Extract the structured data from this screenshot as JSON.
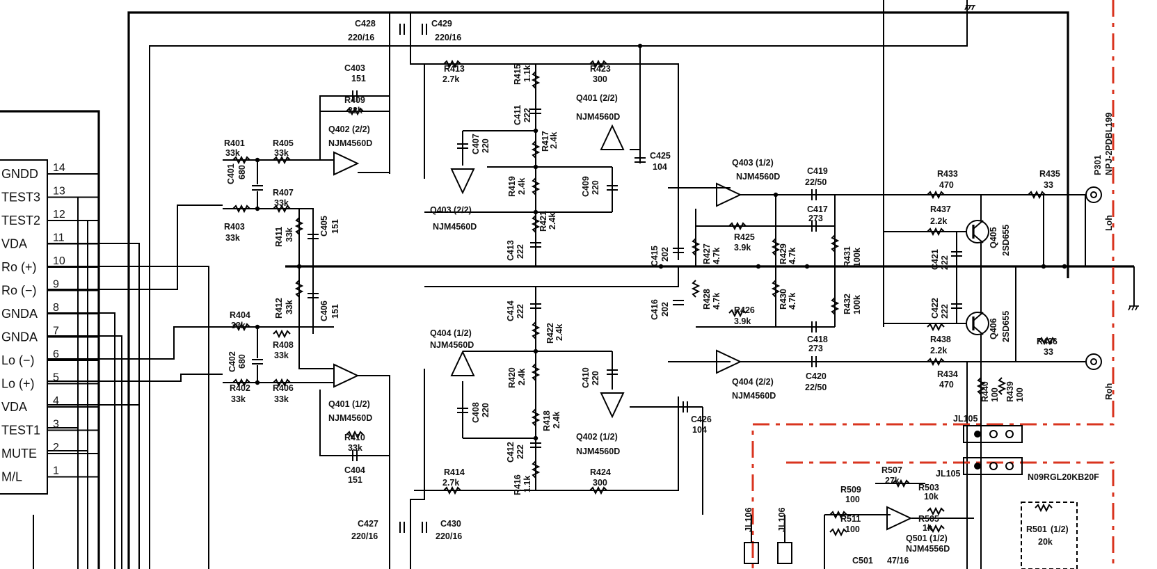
{
  "connector": {
    "pins": [
      {
        "num": "14",
        "name": "GNDD"
      },
      {
        "num": "13",
        "name": "TEST3"
      },
      {
        "num": "12",
        "name": "TEST2"
      },
      {
        "num": "11",
        "name": "VDA"
      },
      {
        "num": "10",
        "name": "Ro (+)"
      },
      {
        "num": "9",
        "name": "Ro (−)"
      },
      {
        "num": "8",
        "name": "GNDA"
      },
      {
        "num": "7",
        "name": "GNDA"
      },
      {
        "num": "6",
        "name": "Lo (−)"
      },
      {
        "num": "5",
        "name": "Lo (+)"
      },
      {
        "num": "4",
        "name": "VDA"
      },
      {
        "num": "3",
        "name": "TEST1"
      },
      {
        "num": "2",
        "name": "MUTE"
      },
      {
        "num": "1",
        "name": "M/L"
      }
    ]
  },
  "labels": {
    "c428": "C428",
    "c428v": "220/16",
    "c429": "C429",
    "c429v": "220/16",
    "c403": "C403",
    "c403v": "151",
    "r409": "R409",
    "r409v": "33k",
    "q402b": "Q402 (2/2)",
    "ic402b": "NJM4560D",
    "r401": "R401",
    "r401v": "33k",
    "r405": "R405",
    "r405v": "33k",
    "c401": "C401",
    "c401v": "680",
    "r407": "R407",
    "r407v": "33k",
    "r403": "R403",
    "r403v": "33k",
    "r411": "R411",
    "r411v": "33k",
    "c405": "C405",
    "c405v": "151",
    "r413": "R413",
    "r413v": "2.7k",
    "r415": "R415",
    "r415v": "1.1k",
    "r423": "R423",
    "r423v": "300",
    "q401b": "Q401 (2/2)",
    "ic401b": "NJM4560D",
    "c411": "C411",
    "c411v": "222",
    "c407": "C407",
    "c407v": "220",
    "r417": "R417",
    "r417v": "2.4k",
    "c425": "C425",
    "c425v": "104",
    "r419": "R419",
    "r419v": "2.4k",
    "c409": "C409",
    "c409v": "220",
    "q403b": "Q403 (2/2)",
    "ic403b": "NJM4560D",
    "r421": "R421",
    "r421v": "2.4k",
    "c413": "C413",
    "c413v": "222",
    "q403a": "Q403 (1/2)",
    "ic403a": "NJM4560D",
    "c419": "C419",
    "c419v": "22/50",
    "c417": "C417",
    "c417v": "273",
    "r433": "R433",
    "r433v": "470",
    "r435": "R435",
    "r435v": "33",
    "p301": "P301",
    "p301p": "NPJ-2PDBL199",
    "r437": "R437",
    "r437v": "2.2k",
    "q405": "Q405",
    "q405t": "2SD655",
    "loh": "Loh",
    "c415": "C415",
    "c415v": "202",
    "r427": "R427",
    "r427v": "4.7k",
    "r425": "R425",
    "r425v": "3.9k",
    "r429": "R429",
    "r429v": "4.7k",
    "r431": "R431",
    "r431v": "100k",
    "c421": "C421",
    "c421v": "222",
    "c416": "C416",
    "c416v": "202",
    "r428": "R428",
    "r428v": "4.7k",
    "r426": "R426",
    "r426v": "3.9k",
    "r430": "R430",
    "r430v": "4.7k",
    "r432": "R432",
    "r432v": "100k",
    "c422": "C422",
    "c422v": "222",
    "q406": "Q406",
    "q406t": "2SD655",
    "r404": "R404",
    "r404v": "33k",
    "r412": "R412",
    "r412v": "33k",
    "c406": "C406",
    "c406v": "151",
    "c414": "C414",
    "c414v": "222",
    "q404a": "Q404 (1/2)",
    "ic404a": "NJM4560D",
    "r422": "R422",
    "r422v": "2.4k",
    "c418": "C418",
    "c418v": "273",
    "r438": "R438",
    "r438v": "2.2k",
    "r436": "R436",
    "r436v": "33",
    "c402": "C402",
    "c402v": "680",
    "r408": "R408",
    "r408v": "33k",
    "r420": "R420",
    "r420v": "2.4k",
    "c410": "C410",
    "c410v": "220",
    "q404b": "Q404 (2/2)",
    "ic404b": "NJM4560D",
    "c420": "C420",
    "c420v": "22/50",
    "r434": "R434",
    "r434v": "470",
    "roh": "Roh",
    "r402": "R402",
    "r402v": "33k",
    "r406": "R406",
    "r406v": "33k",
    "q401a": "Q401 (1/2)",
    "ic401a": "NJM4560D",
    "c408": "C408",
    "c408v": "220",
    "r418": "R418",
    "r418v": "2.4k",
    "q402a": "Q402 (1/2)",
    "ic402a": "NJM4560D",
    "c426": "C426",
    "c426v": "104",
    "r440": "R440",
    "r440v": "100",
    "r439": "R439",
    "r439v": "100",
    "jl105a": "JL105",
    "r410": "R410",
    "r410v": "33k",
    "c404": "C404",
    "c404v": "151",
    "c412": "C412",
    "c412v": "222",
    "r414": "R414",
    "r414v": "2.7k",
    "r416": "R416",
    "r416v": "1.1k",
    "r424": "R424",
    "r424v": "300",
    "jl105b": "JL105",
    "r507": "R507",
    "r507v": "27k",
    "r509": "R509",
    "r509v": "100",
    "r503": "R503",
    "r503v": "10k",
    "n09": "N09RGL20KB20F",
    "r511": "R511",
    "r511v": "100",
    "r505": "R505",
    "r505v": "1k",
    "q501": "Q501 (1/2)",
    "ic501": "NJM4556D",
    "r501": "R501",
    "r501s": "(1/2)",
    "r501v": "20k",
    "jl106a": "JL106",
    "jl106b": "JL106",
    "c427": "C427",
    "c427v": "220/16",
    "c430": "C430",
    "c430v": "220/16",
    "c501": "C501",
    "c501v": "47/16"
  },
  "colors": {
    "ink": "#000000",
    "ref_red": "#d9341f",
    "paper": "#ffffff"
  }
}
